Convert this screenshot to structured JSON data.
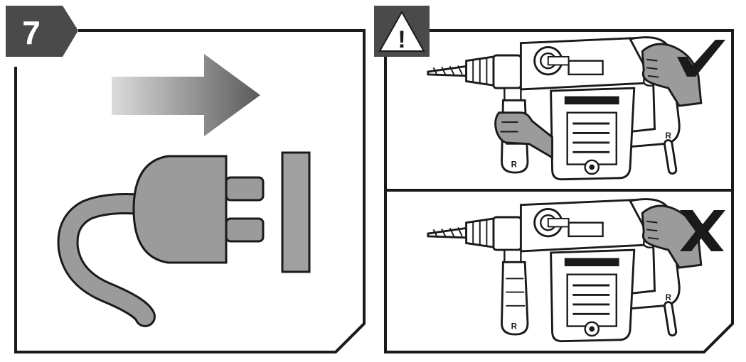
{
  "step": {
    "number": "7",
    "badge_color": "#4a4a4a",
    "text_color": "#ffffff"
  },
  "colors": {
    "frame": "#1a1a1a",
    "plug_gray": "#9b9b9b",
    "socket_gray": "#a0a0a0",
    "arrow_start": "#dcdcdc",
    "arrow_end": "#5a5a5a",
    "warning_badge": "#4a4a4a",
    "warning_triangle": "#ffffff"
  },
  "icons": {
    "step_panel": [
      "right-arrow-icon",
      "plug-icon",
      "socket-icon"
    ],
    "warning_panel": [
      "warning-icon",
      "checkmark-icon",
      "cross-icon"
    ]
  },
  "warning": {
    "symbol": "!"
  },
  "scenes": [
    {
      "id": "correct",
      "verdict": "correct",
      "verdict_icon": "checkmark-icon",
      "side_handle_held": true
    },
    {
      "id": "incorrect",
      "verdict": "incorrect",
      "verdict_icon": "cross-icon",
      "side_handle_held": false
    }
  ],
  "drill": {
    "handle_mark": "R"
  }
}
